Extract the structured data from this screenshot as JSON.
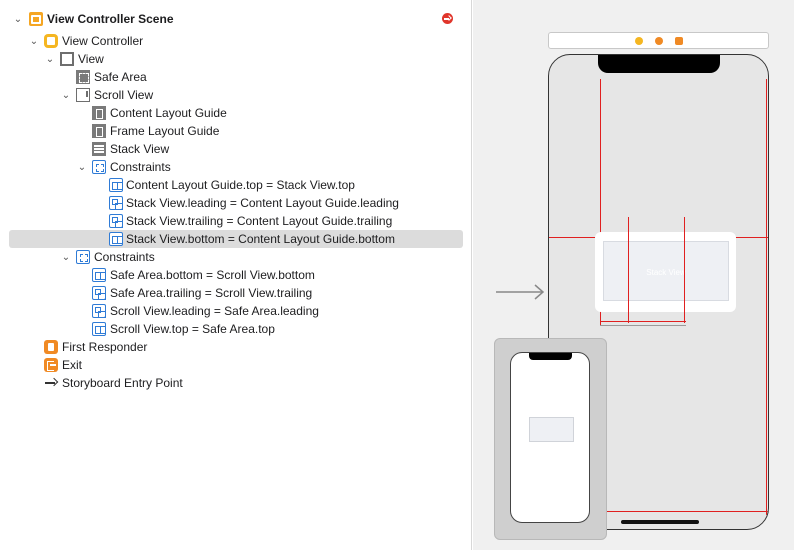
{
  "outline": {
    "scene": {
      "label": "View Controller Scene",
      "icon": "storyboard-scene-icon"
    },
    "items": [
      {
        "id": "view-controller",
        "label": "View Controller",
        "icon": "view-controller-icon"
      },
      {
        "id": "view",
        "label": "View",
        "icon": "view-icon"
      },
      {
        "id": "safe-area",
        "label": "Safe Area",
        "icon": "safe-area-icon"
      },
      {
        "id": "scroll-view",
        "label": "Scroll View",
        "icon": "scroll-view-icon"
      },
      {
        "id": "content-layout-guide",
        "label": "Content Layout Guide",
        "icon": "layout-guide-icon"
      },
      {
        "id": "frame-layout-guide",
        "label": "Frame Layout Guide",
        "icon": "layout-guide-icon"
      },
      {
        "id": "stack-view",
        "label": "Stack View",
        "icon": "stack-view-icon"
      },
      {
        "id": "constraints-1",
        "label": "Constraints",
        "icon": "constraints-icon"
      },
      {
        "id": "c1",
        "label": "Content Layout Guide.top = Stack View.top",
        "icon": "constraint-vertical-icon"
      },
      {
        "id": "c2",
        "label": "Stack View.leading = Content Layout Guide.leading",
        "icon": "constraint-horizontal-icon"
      },
      {
        "id": "c3",
        "label": "Stack View.trailing = Content Layout Guide.trailing",
        "icon": "constraint-horizontal-icon"
      },
      {
        "id": "c4",
        "label": "Stack View.bottom = Content Layout Guide.bottom",
        "icon": "constraint-vertical-icon"
      },
      {
        "id": "constraints-2",
        "label": "Constraints",
        "icon": "constraints-icon"
      },
      {
        "id": "c5",
        "label": "Safe Area.bottom = Scroll View.bottom",
        "icon": "constraint-vertical-icon"
      },
      {
        "id": "c6",
        "label": "Safe Area.trailing = Scroll View.trailing",
        "icon": "constraint-horizontal-icon"
      },
      {
        "id": "c7",
        "label": "Scroll View.leading = Safe Area.leading",
        "icon": "constraint-horizontal-icon"
      },
      {
        "id": "c8",
        "label": "Scroll View.top = Safe Area.top",
        "icon": "constraint-vertical-icon"
      },
      {
        "id": "first-responder",
        "label": "First Responder",
        "icon": "first-responder-icon"
      },
      {
        "id": "exit",
        "label": "Exit",
        "icon": "exit-icon"
      },
      {
        "id": "entry-point",
        "label": "Storyboard Entry Point",
        "icon": "entry-point-arrow-icon"
      }
    ],
    "selected": "c4",
    "warning_icon": "error-indicator-icon"
  },
  "canvas": {
    "stack_view_label": "Stack View",
    "colors": {
      "constraint_line": "#e02020",
      "device_fill": "#e6e6e6",
      "canvas_bg": "#f0f0f0",
      "scene_accent": "#f5a623"
    }
  }
}
